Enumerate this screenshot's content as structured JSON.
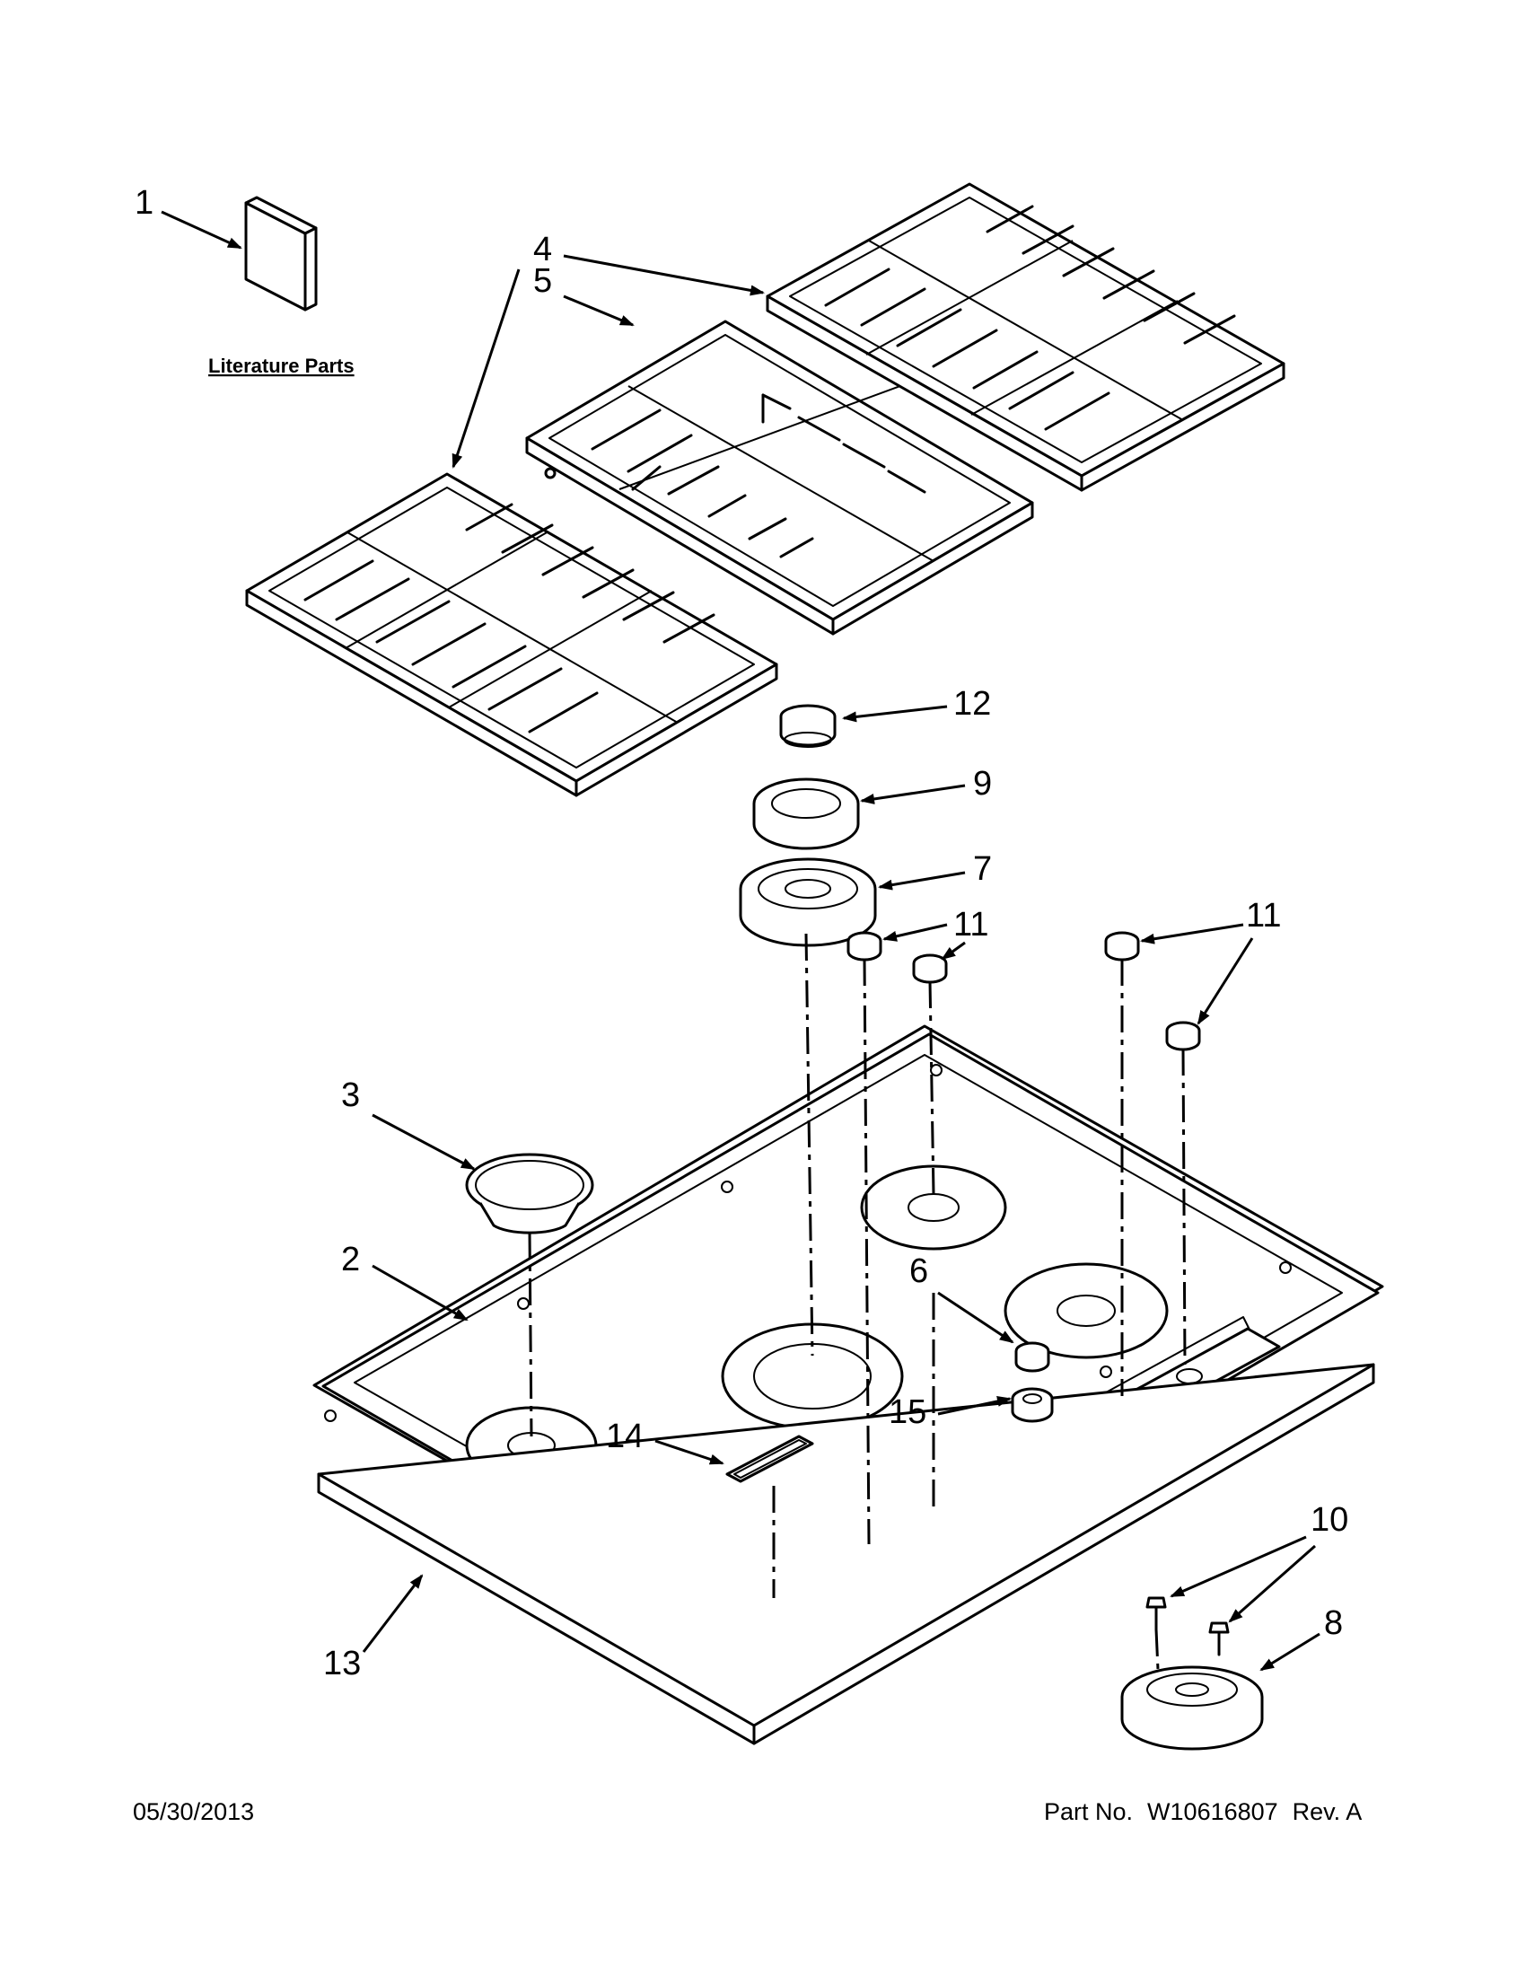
{
  "literature": {
    "label": "Literature Parts"
  },
  "callouts": {
    "c1": "1",
    "c2": "2",
    "c3": "3",
    "c4": "4",
    "c5": "5",
    "c6": "6",
    "c7": "7",
    "c8": "8",
    "c9": "9",
    "c10": "10",
    "c11a": "11",
    "c11b": "11",
    "c12": "12",
    "c13": "13",
    "c14": "14",
    "c15": "15"
  },
  "footer": {
    "date": "05/30/2013",
    "part_label": "Part No.",
    "part_number": "W10616807",
    "revision": "Rev. A"
  }
}
